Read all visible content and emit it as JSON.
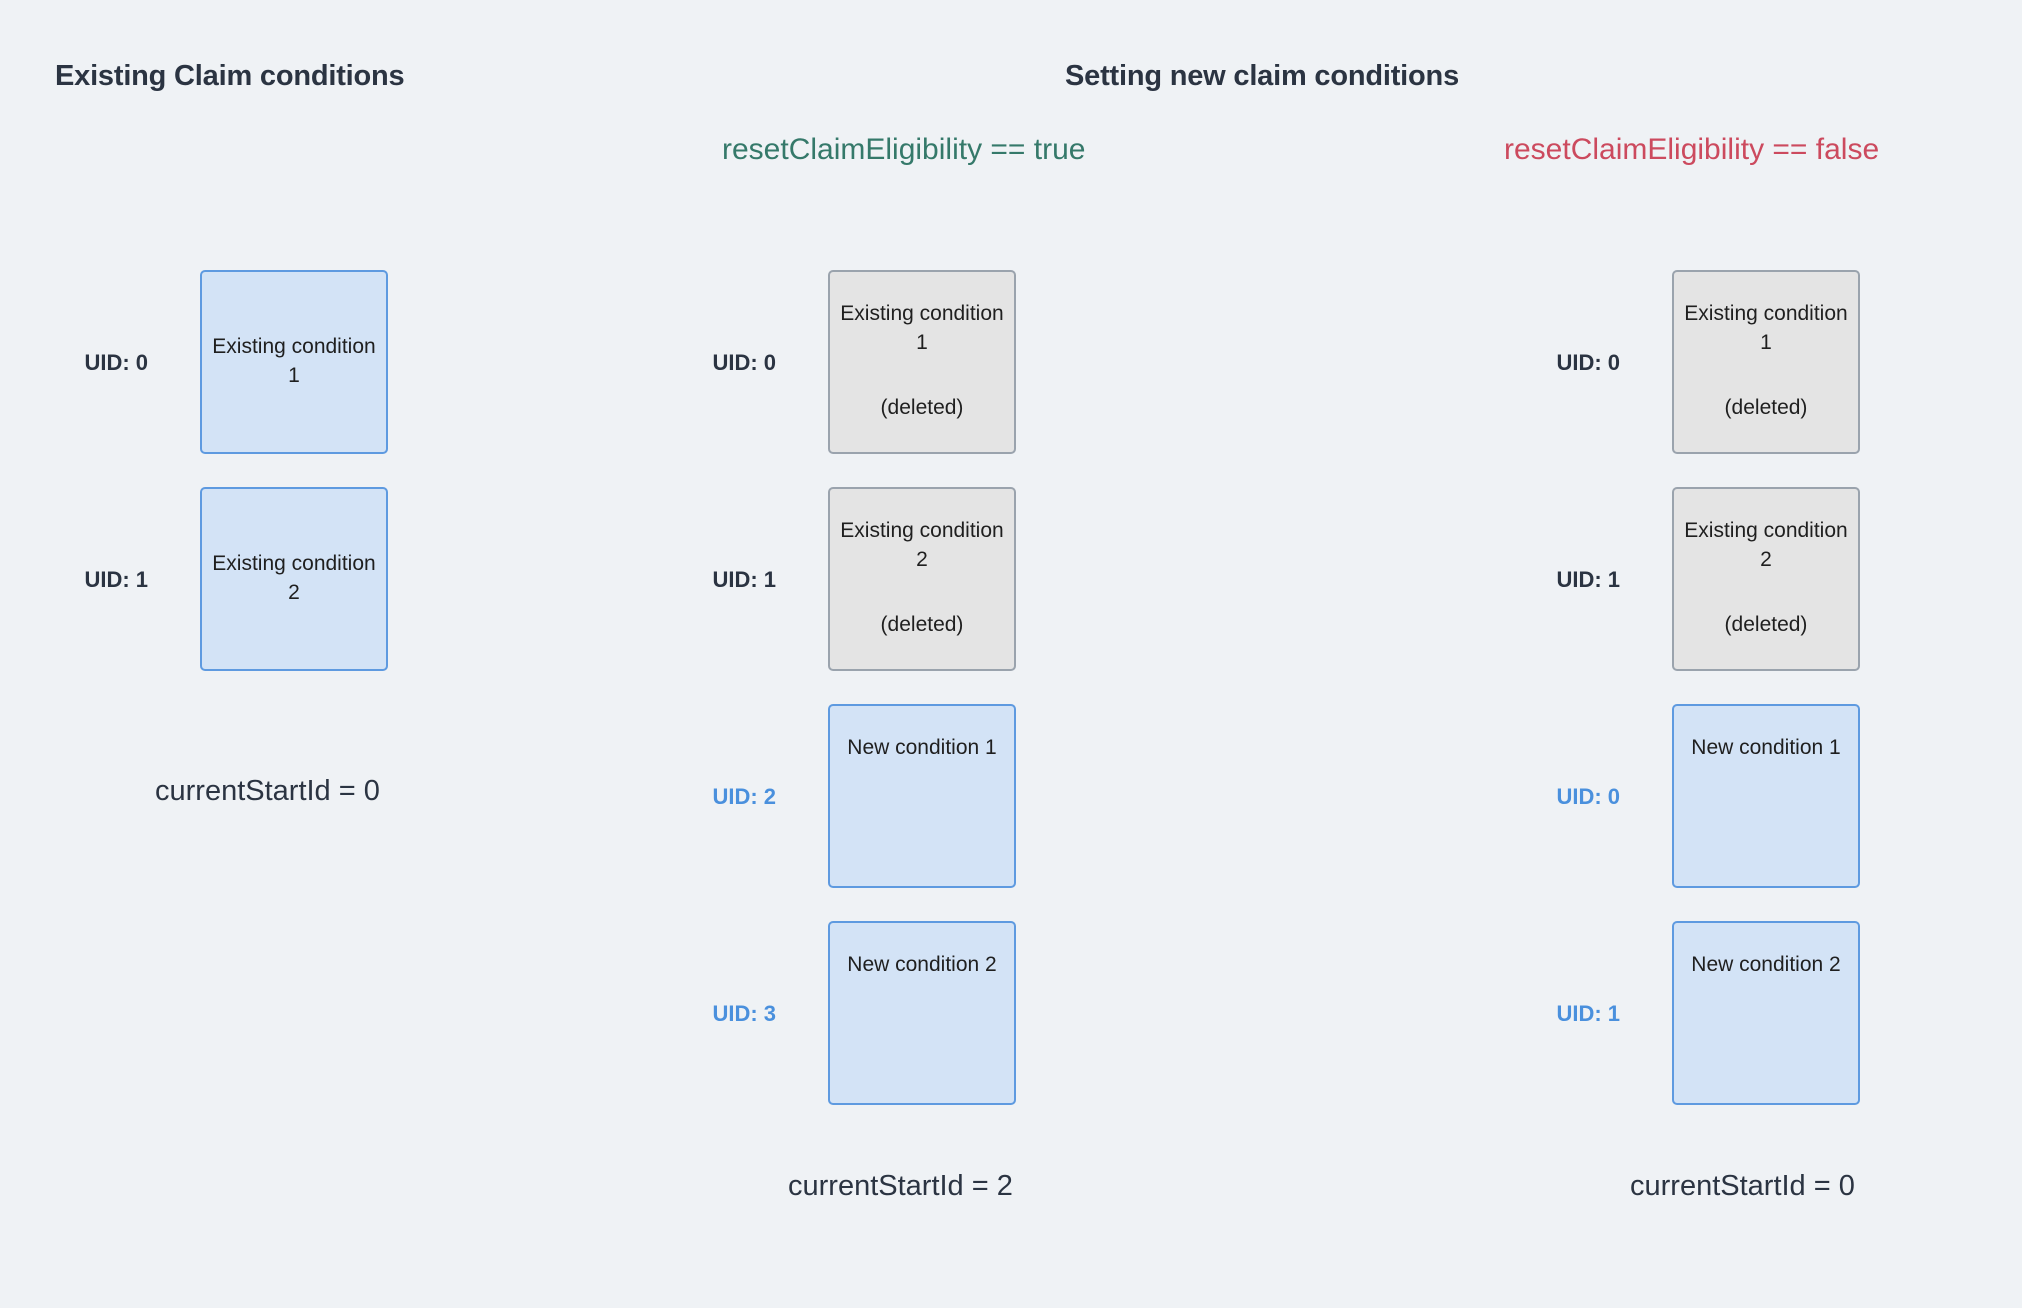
{
  "headings": {
    "existing": "Existing Claim conditions",
    "setting": "Setting new claim conditions"
  },
  "condition_headers": {
    "reset_true": "resetClaimEligibility == true",
    "reset_false": "resetClaimEligibility == false"
  },
  "colors": {
    "background": "#eff2f5",
    "text": "#2b3442",
    "green": "#35796a",
    "red": "#cc4a5e",
    "blue_accent": "#4a90dd",
    "box_blue_fill": "#d3e3f6",
    "box_blue_border": "#5e9ae0",
    "box_grey_fill": "#e4e4e4",
    "box_grey_border": "#9aa3ad"
  },
  "columns": {
    "existing": {
      "rows": [
        {
          "uid": "UID: 0",
          "uid_style": "dark",
          "title": "Existing condition 1",
          "sub": "",
          "variant": "blue"
        },
        {
          "uid": "UID: 1",
          "uid_style": "dark",
          "title": "Existing condition 2",
          "sub": "",
          "variant": "blue"
        }
      ],
      "start_id": "currentStartId = 0"
    },
    "reset_true": {
      "rows": [
        {
          "uid": "UID: 0",
          "uid_style": "dark",
          "title": "Existing condition 1",
          "sub": "(deleted)",
          "variant": "grey"
        },
        {
          "uid": "UID: 1",
          "uid_style": "dark",
          "title": "Existing condition 2",
          "sub": "(deleted)",
          "variant": "grey"
        },
        {
          "uid": "UID: 2",
          "uid_style": "new",
          "title": "New condition 1",
          "sub": "",
          "variant": "blue"
        },
        {
          "uid": "UID: 3",
          "uid_style": "new",
          "title": "New condition 2",
          "sub": "",
          "variant": "blue"
        }
      ],
      "start_id": "currentStartId = 2"
    },
    "reset_false": {
      "rows": [
        {
          "uid": "UID: 0",
          "uid_style": "dark",
          "title": "Existing condition 1",
          "sub": "(deleted)",
          "variant": "grey"
        },
        {
          "uid": "UID: 1",
          "uid_style": "dark",
          "title": "Existing condition 2",
          "sub": "(deleted)",
          "variant": "grey"
        },
        {
          "uid": "UID: 0",
          "uid_style": "new",
          "title": "New condition 1",
          "sub": "",
          "variant": "blue"
        },
        {
          "uid": "UID: 1",
          "uid_style": "new",
          "title": "New condition 2",
          "sub": "",
          "variant": "blue"
        }
      ],
      "start_id": "currentStartId = 0"
    }
  }
}
